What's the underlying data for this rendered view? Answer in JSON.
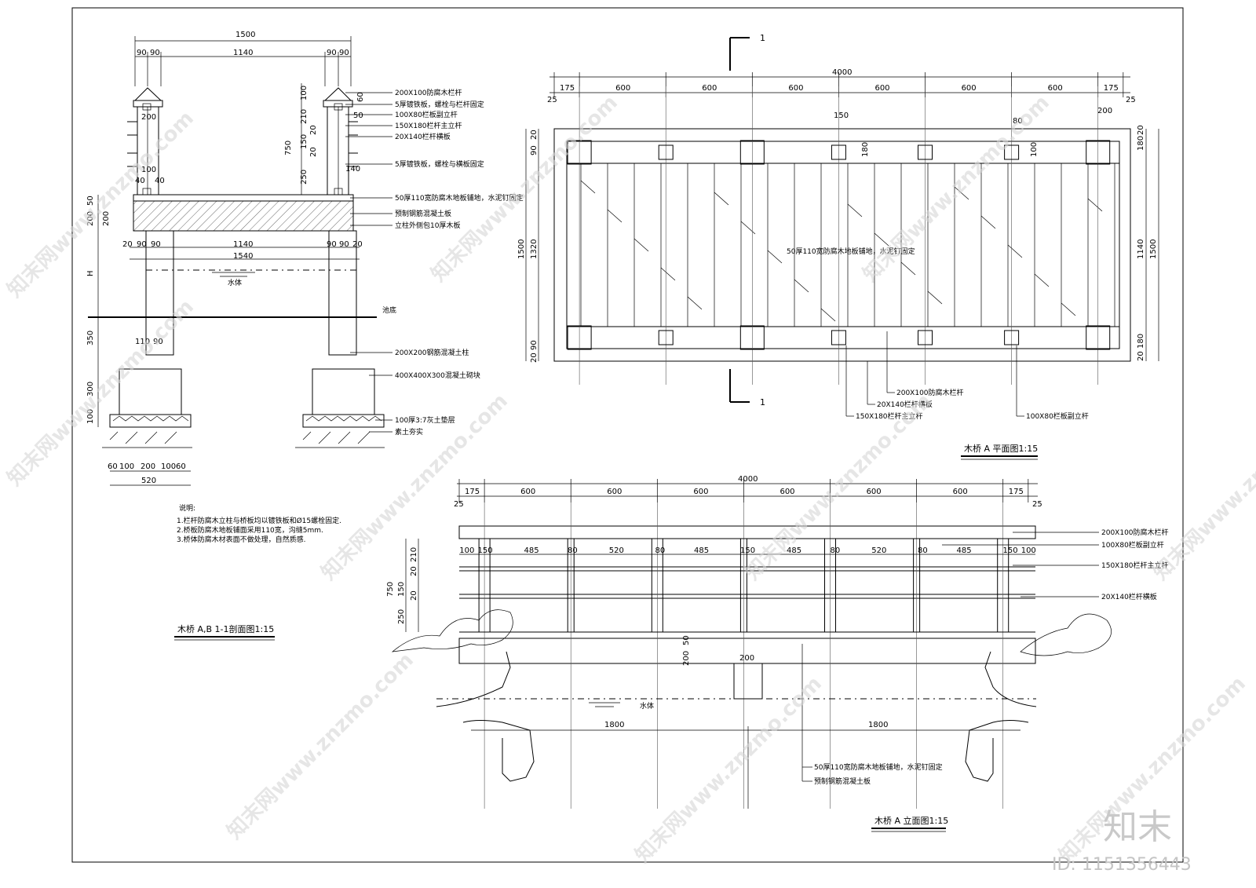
{
  "section": {
    "title": "木桥 A,B 1-1剖面图1:15",
    "top_dims": {
      "total": "1500",
      "a": "90",
      "b": "90",
      "mid": "1140",
      "c": "90",
      "d": "90"
    },
    "right_dims": [
      "100",
      "60",
      "50",
      "210",
      "20",
      "150",
      "20",
      "250",
      "750",
      "140"
    ],
    "left_dims": [
      "50",
      "200",
      "200",
      "350",
      "300",
      "100",
      "H"
    ],
    "post_dims": [
      "200",
      "100",
      "40",
      "40",
      "110",
      "90"
    ],
    "mid_dims": {
      "a": "20",
      "b": "90",
      "c": "90",
      "mid": "1140",
      "d": "90",
      "e": "90",
      "f": "20",
      "total": "1540"
    },
    "foot_dims": {
      "a": "60",
      "b": "100",
      "c": "200",
      "d": "100",
      "e": "60",
      "total": "520"
    },
    "labels": [
      "200X100防腐木栏杆",
      "5厚镀铁板，螺栓与栏杆固定",
      "100X80栏板副立杆",
      "150X180栏杆主立杆",
      "20X140栏杆横板",
      "5厚镀铁板，螺栓与横板固定",
      "50厚110宽防腐木地板铺地，水泥钉固定",
      "预制钢筋混凝土板",
      "立柱外侧包10厚木板",
      "200X200钢筋混凝土柱",
      "400X400X300混凝土砌块",
      "100厚3:7灰土垫层",
      "素土夯实"
    ],
    "water": "水体",
    "bottom": "池底"
  },
  "notes": {
    "heading": "说明:",
    "items": [
      "1.栏杆防腐木立柱与桥板均以镀铁板和Ø15螺栓固定.",
      "2.桥板防腐木地板铺面采用110宽，沟缝5mm.",
      "3.桥体防腐木材表面不做处理，自然质感."
    ]
  },
  "plan": {
    "title": "木桥 A 平面图1:15",
    "cut_mark": "1",
    "total": "4000",
    "segments": [
      "175",
      "600",
      "600",
      "600",
      "600",
      "600",
      "600",
      "175"
    ],
    "edge": "25",
    "small": {
      "a": "150",
      "b": "80",
      "c": "200"
    },
    "left_dims": [
      "20",
      "90",
      "1500",
      "1320",
      "90",
      "20"
    ],
    "right_dims": [
      "180",
      "20",
      "1140",
      "1500",
      "20",
      "180"
    ],
    "inner_dims": [
      "180",
      "100"
    ],
    "center_label": "50厚110宽防腐木地板铺地，水泥钉固定",
    "callouts": [
      "200X100防腐木栏杆",
      "20X140栏杆横板",
      "150X180栏杆主立杆",
      "100X80栏板副立杆"
    ]
  },
  "elevation": {
    "title": "木桥 A 立面图1:15",
    "total": "4000",
    "segments": [
      "175",
      "600",
      "600",
      "600",
      "600",
      "600",
      "600",
      "175"
    ],
    "edge": "25",
    "inner": [
      "100",
      "150",
      "485",
      "80",
      "520",
      "80",
      "485",
      "150",
      "485",
      "80",
      "520",
      "80",
      "485",
      "150",
      "100"
    ],
    "left_dims": [
      "210",
      "20",
      "150",
      "20",
      "250",
      "750"
    ],
    "deck_dims": [
      "50",
      "200"
    ],
    "pier": "200",
    "spans": [
      "1800",
      "1800"
    ],
    "water": "水体",
    "right_labels": [
      "200X100防腐木栏杆",
      "100X80栏板副立杆",
      "150X180栏杆主立杆",
      "20X140栏杆横板"
    ],
    "bottom_labels": [
      "50厚110宽防腐木地板铺地，水泥钉固定",
      "预制钢筋混凝土板"
    ]
  },
  "watermark": {
    "text": "知末网www.znzmo.com",
    "brand": "知末",
    "id": "ID: 1151356443"
  }
}
